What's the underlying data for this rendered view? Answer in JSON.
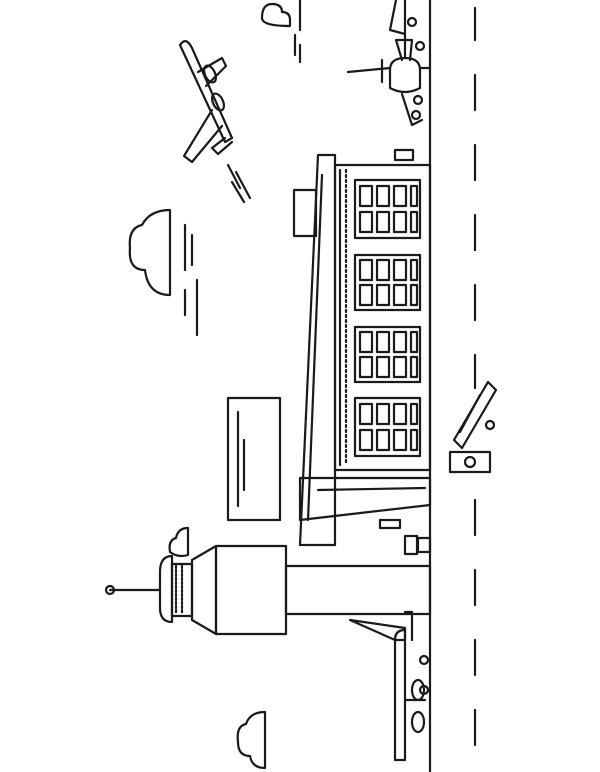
{
  "scene": {
    "subject": "airport",
    "orientation": "rotated-90",
    "stroke_color": "#1a1a1a",
    "background_color": "#ffffff",
    "windows_per_panel": 8,
    "window_panels": 4,
    "parked_planes": 2,
    "flying_planes": 1,
    "clouds": 4
  }
}
